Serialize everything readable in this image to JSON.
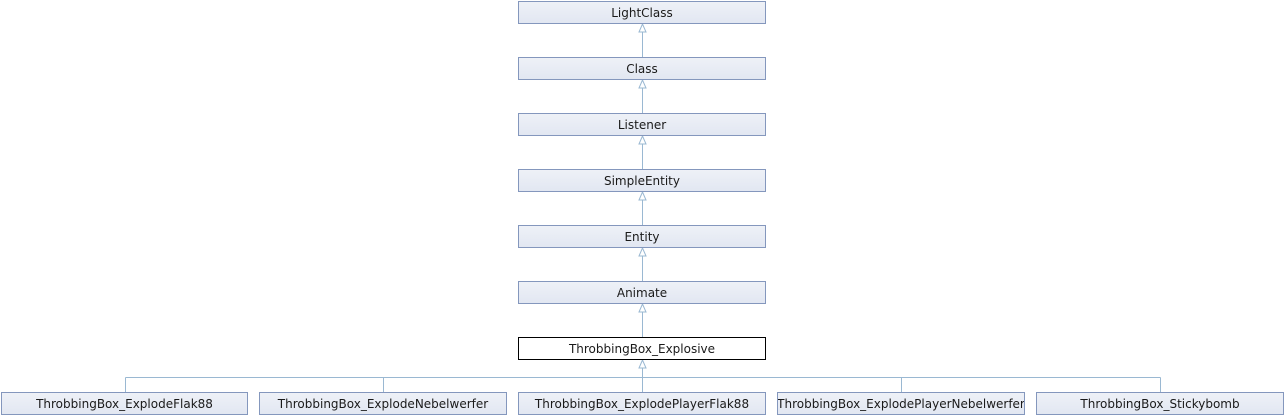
{
  "diagram": {
    "ancestors": [
      {
        "name": "LightClass"
      },
      {
        "name": "Class"
      },
      {
        "name": "Listener"
      },
      {
        "name": "SimpleEntity"
      },
      {
        "name": "Entity"
      },
      {
        "name": "Animate"
      }
    ],
    "current": {
      "name": "ThrobbingBox_Explosive"
    },
    "children": [
      {
        "name": "ThrobbingBox_ExplodeFlak88"
      },
      {
        "name": "ThrobbingBox_ExplodeNebelwerfer"
      },
      {
        "name": "ThrobbingBox_ExplodePlayerFlak88"
      },
      {
        "name": "ThrobbingBox_ExplodePlayerNebelwerfer"
      },
      {
        "name": "ThrobbingBox_Stickybomb"
      }
    ],
    "colors": {
      "node_border": "#8497bd",
      "node_fill": "#e6eaf4",
      "current_border": "#000000",
      "current_fill": "#ffffff",
      "edge": "#9ab8d2"
    }
  }
}
